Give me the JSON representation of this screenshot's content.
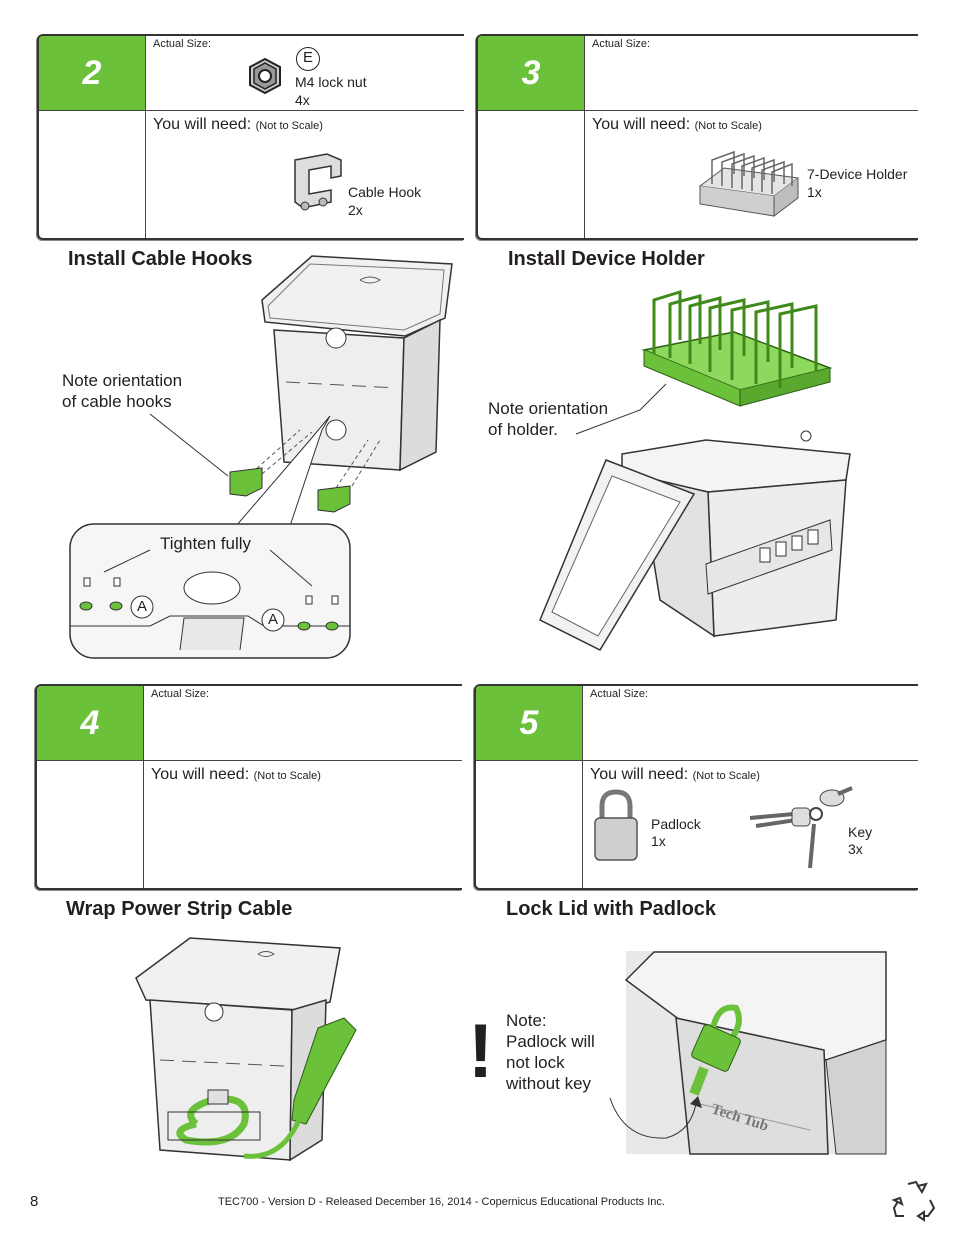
{
  "common": {
    "actual_size": "Actual Size:",
    "you_will_need": "You will need:",
    "not_to_scale": "(Not to Scale)"
  },
  "step2": {
    "number": "2",
    "part_letter": "E",
    "part_name": "M4 lock nut",
    "part_qty": "4x",
    "item_name": "Cable Hook",
    "item_qty": "2x",
    "heading": "Install Cable Hooks",
    "note": [
      "Note orientation",
      "of cable hooks"
    ],
    "detail_label": "Tighten fully",
    "detail_marker_left": "A",
    "detail_marker_right": "A"
  },
  "step3": {
    "number": "3",
    "item_name": "7-Device Holder",
    "item_qty": "1x",
    "heading": "Install Device Holder",
    "note": [
      "Note orientation",
      "of holder."
    ]
  },
  "step4": {
    "number": "4",
    "heading": "Wrap Power Strip Cable"
  },
  "step5": {
    "number": "5",
    "item1_name": "Padlock",
    "item1_qty": "1x",
    "item2_name": "Key",
    "item2_qty": "3x",
    "heading": "Lock Lid with Padlock",
    "note": [
      "Note:",
      "Padlock will",
      "not lock",
      "without key"
    ],
    "exclamation": "!",
    "lid_text": "Tech Tub"
  },
  "footer": {
    "page_number": "8",
    "text": "TEC700  - Version D - Released December 16, 2014 - Copernicus Educational Products Inc."
  },
  "colors": {
    "accent_green": "#6cc13a",
    "line": "#333333"
  }
}
